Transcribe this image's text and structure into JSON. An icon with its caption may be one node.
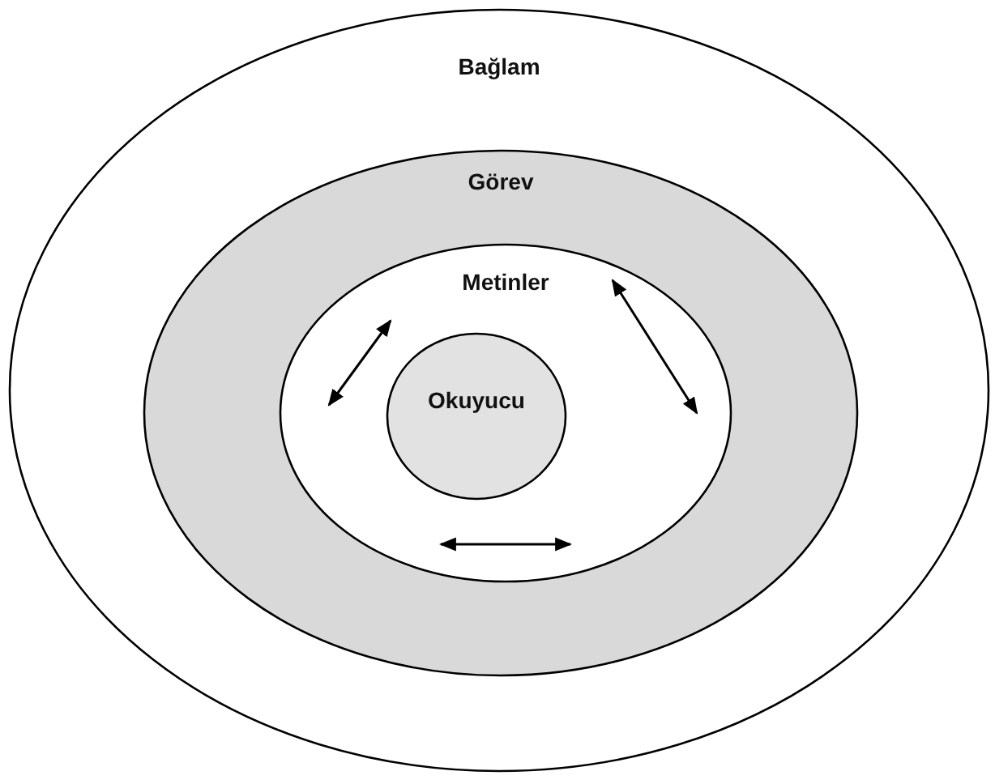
{
  "diagram": {
    "nodes": [
      {
        "text": [
          "Bağlam"
        ]
      },
      {
        "text": [
          "Görev"
        ],
        "in": 0
      },
      {
        "text": [
          "Metinler"
        ],
        "in": 1
      },
      {
        "text": [
          "Okuyucu"
        ],
        "in": 2
      }
    ],
    "edges": [
      {
        "from": 3,
        "to": 2,
        "arrow": "both"
      },
      {
        "from": 3,
        "to": 2,
        "arrow": "both"
      },
      {
        "from": 3,
        "to": 2,
        "arrow": "both"
      }
    ]
  }
}
